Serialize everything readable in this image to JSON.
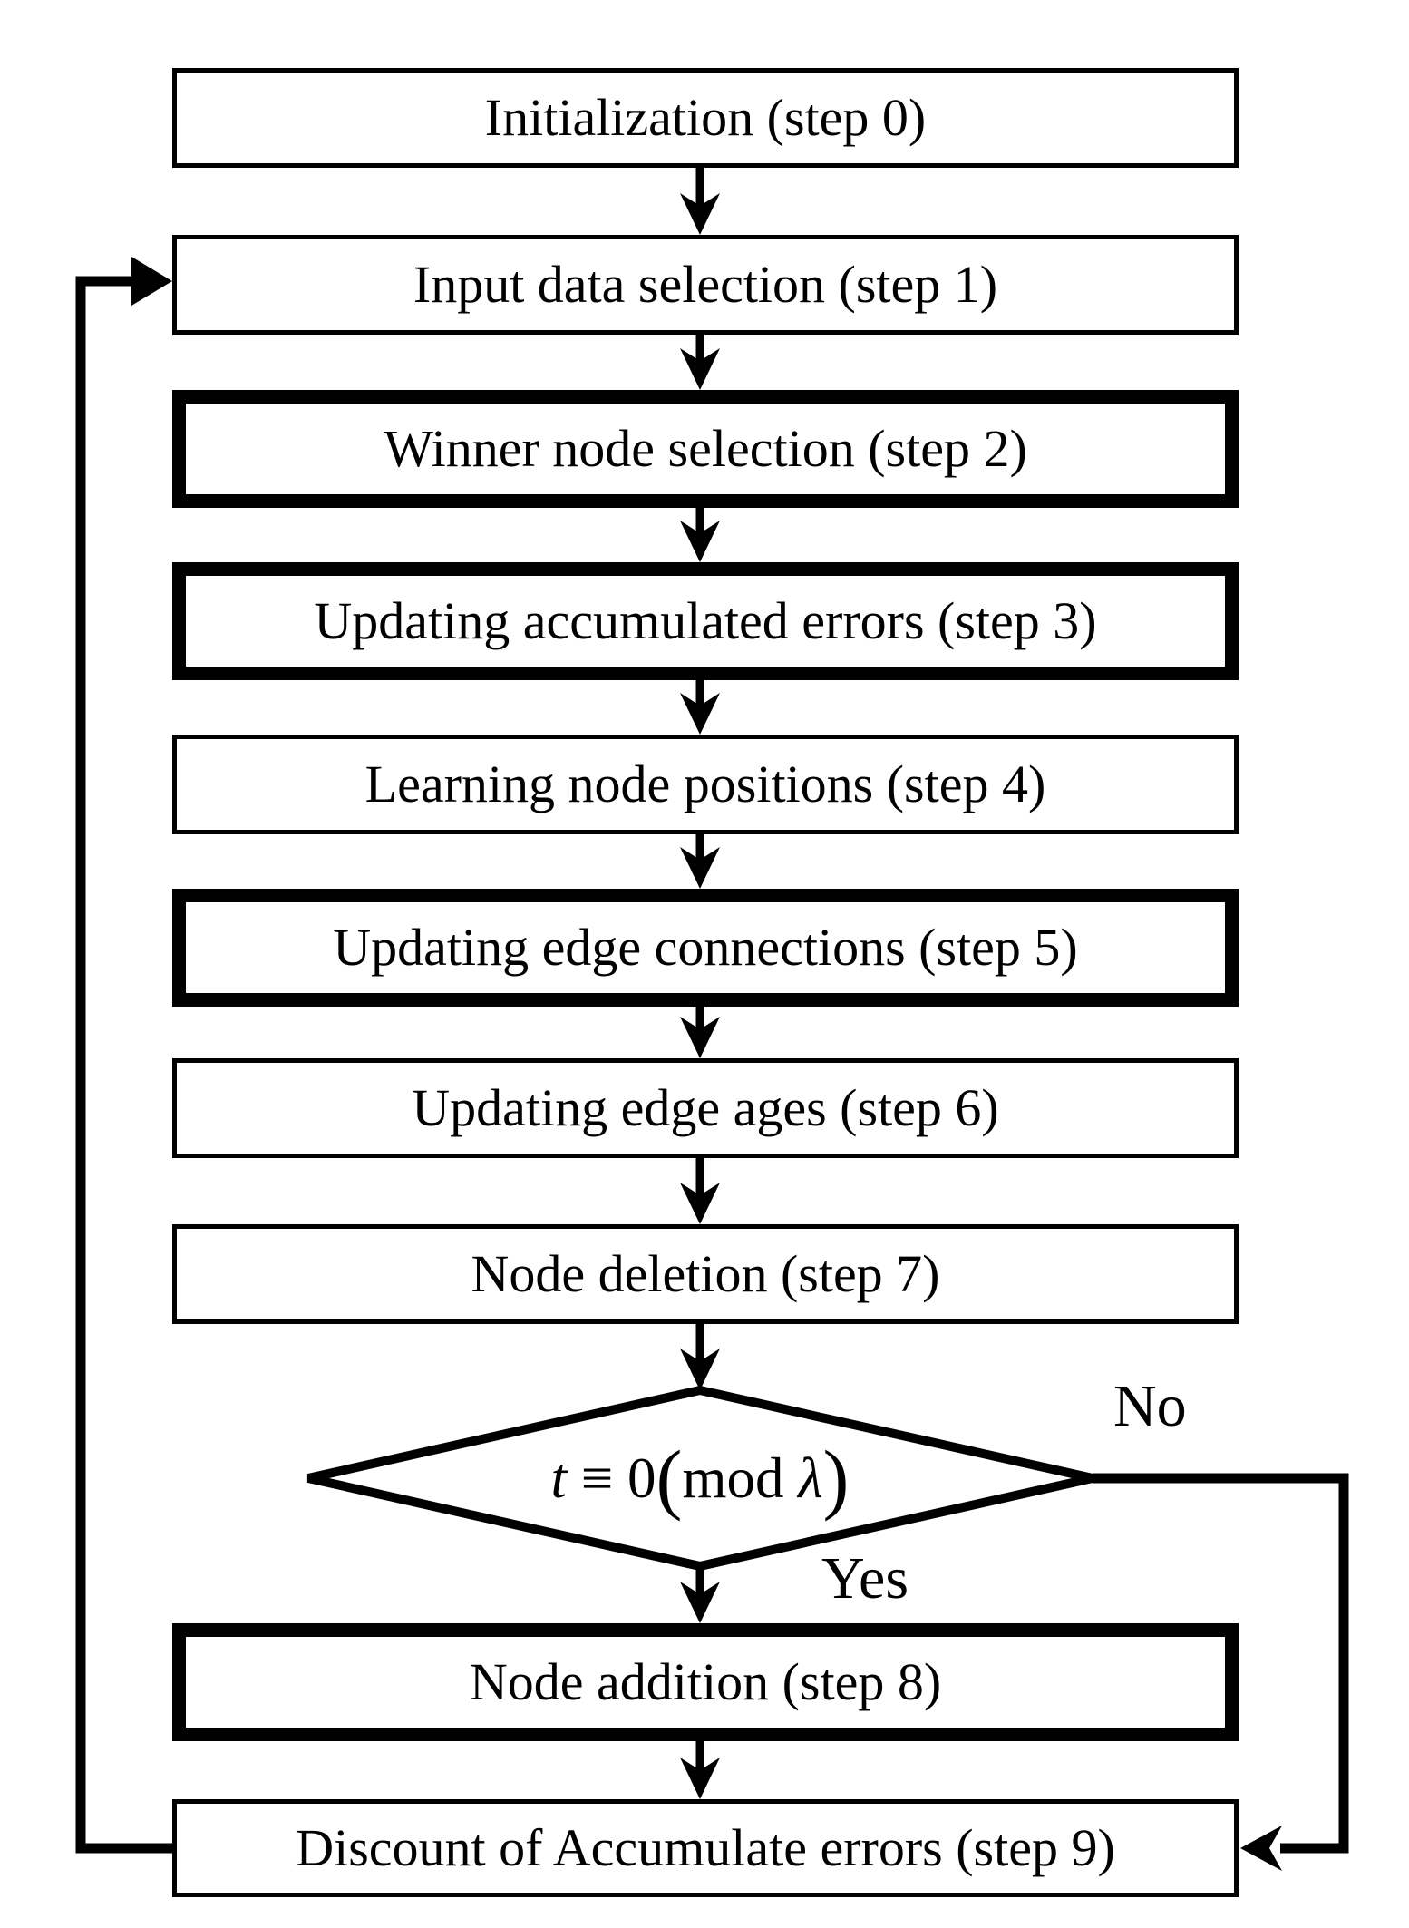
{
  "figure": {
    "background_color": "#ffffff",
    "line_color": "#000000",
    "description": "Flowchart of an online learning algorithm with steps 0-9 and a modulo-lambda decision branch"
  },
  "steps": [
    {
      "id": 0,
      "label": "Initialization (step 0)",
      "emphasis": false
    },
    {
      "id": 1,
      "label": "Input data selection (step 1)",
      "emphasis": false
    },
    {
      "id": 2,
      "label": "Winner node selection (step 2)",
      "emphasis": true
    },
    {
      "id": 3,
      "label": "Updating accumulated errors (step 3)",
      "emphasis": true
    },
    {
      "id": 4,
      "label": "Learning node positions (step 4)",
      "emphasis": false
    },
    {
      "id": 5,
      "label": "Updating edge connections (step 5)",
      "emphasis": true
    },
    {
      "id": 6,
      "label": "Updating edge ages (step 6)",
      "emphasis": false
    },
    {
      "id": 7,
      "label": "Node deletion (step 7)",
      "emphasis": false
    },
    {
      "id": 8,
      "label": "Node addition (step 8)",
      "emphasis": true
    },
    {
      "id": 9,
      "label": "Discount of Accumulate errors (step 9)",
      "emphasis": false
    }
  ],
  "decision": {
    "parts": {
      "t_var": "t",
      "equiv_zero": " ≡ 0",
      "open_paren": "(",
      "mod_word": "mod ",
      "lambda_var": "λ",
      "close_paren": ")"
    },
    "yes_label": "Yes",
    "no_label": "No"
  }
}
